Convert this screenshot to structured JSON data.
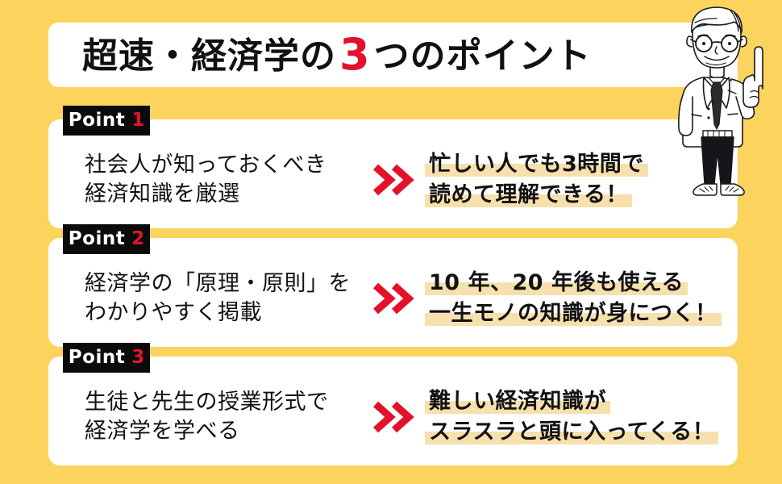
{
  "colors": {
    "background": "#fbd35d",
    "card": "#ffffff",
    "accent_red": "#e3122a",
    "badge_bg": "#0b0b0b",
    "highlight": "#f7e0ae",
    "text": "#121212"
  },
  "header": {
    "title_prefix": "超速・経済学の",
    "title_number": "3",
    "title_suffix": "つのポイント",
    "title_full": "超速・経済学の3つのポイント"
  },
  "points": [
    {
      "badge_word": "Point",
      "badge_number": "1",
      "left_line1": "社会人が知っておくべき",
      "left_line2": "経済知識を厳選",
      "right_line1": "忙しい人でも3時間で",
      "right_line2": "読めて理解できる！"
    },
    {
      "badge_word": "Point",
      "badge_number": "2",
      "left_line1": "経済学の「原理・原則」を",
      "left_line2": "わかりやすく掲載",
      "right_line1": "10 年、20 年後も使える",
      "right_line2": "一生モノの知識が身につく！"
    },
    {
      "badge_word": "Point",
      "badge_number": "3",
      "left_line1": "生徒と先生の授業形式で",
      "left_line2": "経済学を学べる",
      "right_line1": "難しい経済知識が",
      "right_line2": "スラスラと頭に入ってくる！"
    }
  ],
  "icons": {
    "chevron": "double-chevron-right-icon",
    "character": "professor-pointing-up-illustration"
  }
}
